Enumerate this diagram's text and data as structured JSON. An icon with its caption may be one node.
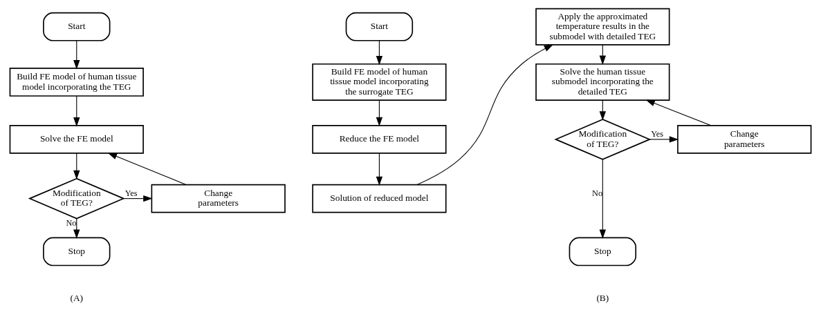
{
  "diagram": {
    "nodes": [
      {
        "text": [
          "Start"
        ]
      },
      {
        "text": [
          "Build FE model of human tissue model incorporating the TEG"
        ]
      },
      {
        "text": [
          "Solve the FE model"
        ]
      },
      {
        "text": [
          "Modification of TEG?"
        ]
      },
      {
        "text": [
          "Change parameters"
        ]
      },
      {
        "text": [
          "Stop"
        ]
      },
      {
        "text": [
          "Start"
        ]
      },
      {
        "text": [
          "Build FE model of human tissue model incorporating the surrogate TEG"
        ]
      },
      {
        "text": [
          "Reduce the FE model"
        ]
      },
      {
        "text": [
          "Solution of reduced model"
        ]
      },
      {
        "text": [
          "Apply the approximated temperature results in the submodel with detailed TEG"
        ]
      },
      {
        "text": [
          "Solve the human tissue submodel incorporating the detailed TEG"
        ]
      },
      {
        "text": [
          "Modification of TEG?"
        ]
      },
      {
        "text": [
          "Change parameters"
        ]
      },
      {
        "text": [
          "Stop"
        ]
      }
    ],
    "edges": [
      {
        "from": 0,
        "to": 1,
        "arrow": "to"
      },
      {
        "from": 1,
        "to": 2,
        "arrow": "to"
      },
      {
        "from": 2,
        "to": 3,
        "arrow": "to"
      },
      {
        "from": 3,
        "to": 4,
        "arrow": "to",
        "label": "Yes"
      },
      {
        "from": 4,
        "to": 2,
        "arrow": "to"
      },
      {
        "from": 3,
        "to": 5,
        "arrow": "to",
        "label": "No"
      },
      {
        "from": 6,
        "to": 7,
        "arrow": "to"
      },
      {
        "from": 7,
        "to": 8,
        "arrow": "to"
      },
      {
        "from": 8,
        "to": 9,
        "arrow": "to"
      },
      {
        "from": 9,
        "to": 10,
        "arrow": "to"
      },
      {
        "from": 10,
        "to": 11,
        "arrow": "to"
      },
      {
        "from": 11,
        "to": 12,
        "arrow": "to"
      },
      {
        "from": 12,
        "to": 13,
        "arrow": "to",
        "label": "Yes"
      },
      {
        "from": 13,
        "to": 11,
        "arrow": "to"
      },
      {
        "from": 12,
        "to": 14,
        "arrow": "to",
        "label": "No"
      }
    ],
    "labels": [
      "(A)",
      "(B)"
    ]
  }
}
